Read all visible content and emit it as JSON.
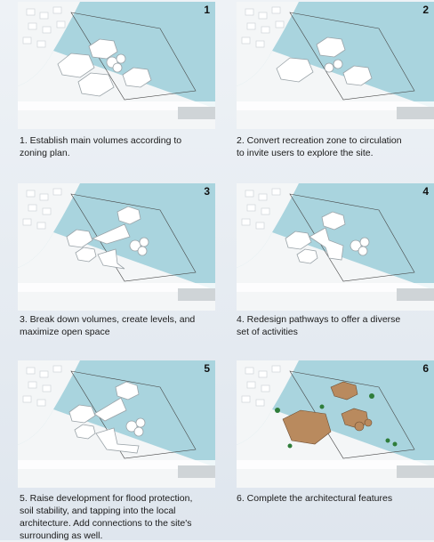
{
  "steps": [
    {
      "number": "1",
      "caption": "1. Establish main volumes according to\nzoning plan."
    },
    {
      "number": "2",
      "caption": "2. Convert recreation zone to circulation\nto invite users to explore the site."
    },
    {
      "number": "3",
      "caption": "3. Break down volumes, create levels, and\nmaximize open space"
    },
    {
      "number": "4",
      "caption": "4. Redesign pathways to offer a diverse\nset of activities"
    },
    {
      "number": "5",
      "caption": "5. Raise development for flood protection,\nsoil stability, and tapping into the local\narchitecture. Add connections to the site's\nsurrounding as well."
    },
    {
      "number": "6",
      "caption": "6. Complete the architectural features"
    }
  ],
  "colors": {
    "water": "#a9d4de",
    "land": "#f4f6f7",
    "building": "#ffffff",
    "shadow": "#9aa3a8",
    "timber": "#b98a5e",
    "greenery": "#2f7d3a"
  }
}
